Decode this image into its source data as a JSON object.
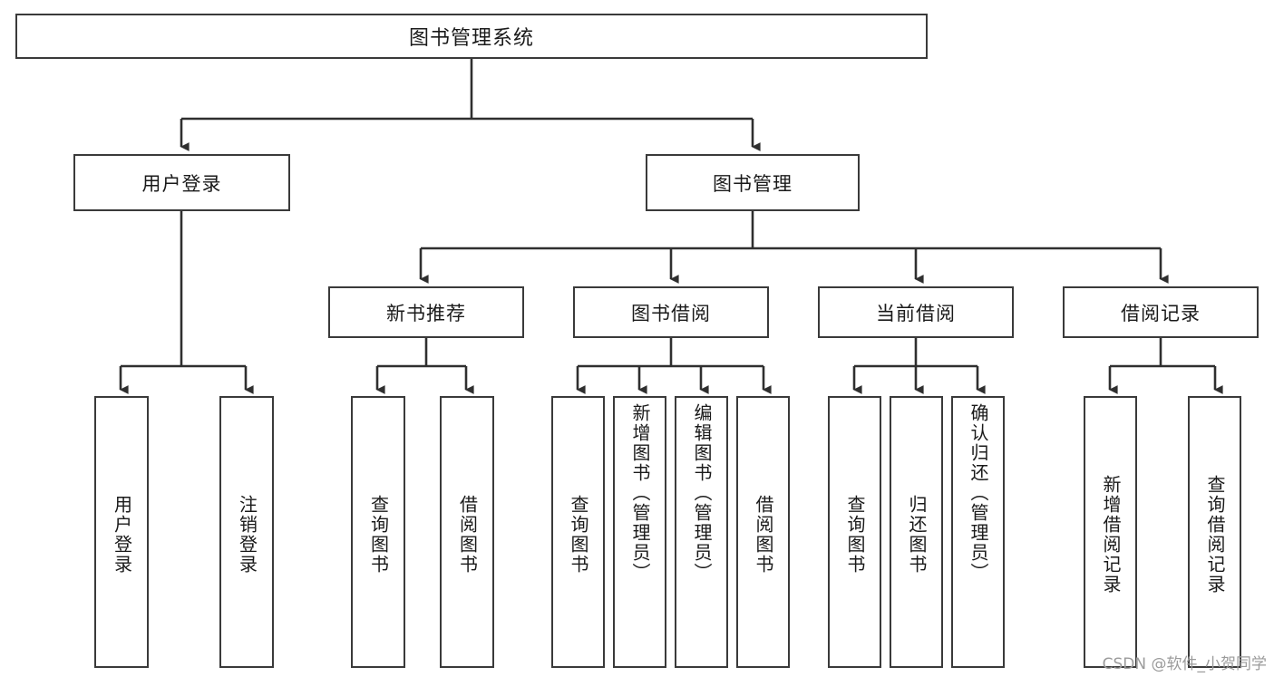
{
  "diagram": {
    "title": "图书管理系统",
    "watermark": "CSDN @软件_小贺同学",
    "style": {
      "box_border_color": "#3a3a3a",
      "box_fill_color": "#ffffff",
      "text_color": "#1a1a1a",
      "connector_color": "#2f2f2f",
      "background": "#ffffff"
    },
    "nodes": {
      "root": {
        "label": "图书管理系统"
      },
      "level2": [
        {
          "label": "用户登录"
        },
        {
          "label": "图书管理"
        }
      ],
      "level3": [
        {
          "label": "新书推荐"
        },
        {
          "label": "图书借阅"
        },
        {
          "label": "当前借阅"
        },
        {
          "label": "借阅记录"
        }
      ],
      "leaves": {
        "user_login": [
          {
            "label": "用户登录"
          },
          {
            "label": "注销登录"
          }
        ],
        "new_book_recommend": [
          {
            "label": "查询图书"
          },
          {
            "label": "借阅图书"
          }
        ],
        "book_borrow": [
          {
            "label": "查询图书"
          },
          {
            "label": "新增图书（管理员）"
          },
          {
            "label": "编辑图书（管理员）"
          },
          {
            "label": "借阅图书"
          }
        ],
        "current_borrow": [
          {
            "label": "查询图书"
          },
          {
            "label": "归还图书"
          },
          {
            "label": "确认归还（管理员）"
          }
        ],
        "borrow_record": [
          {
            "label": "新增借阅记录"
          },
          {
            "label": "查询借阅记录"
          }
        ]
      }
    }
  }
}
